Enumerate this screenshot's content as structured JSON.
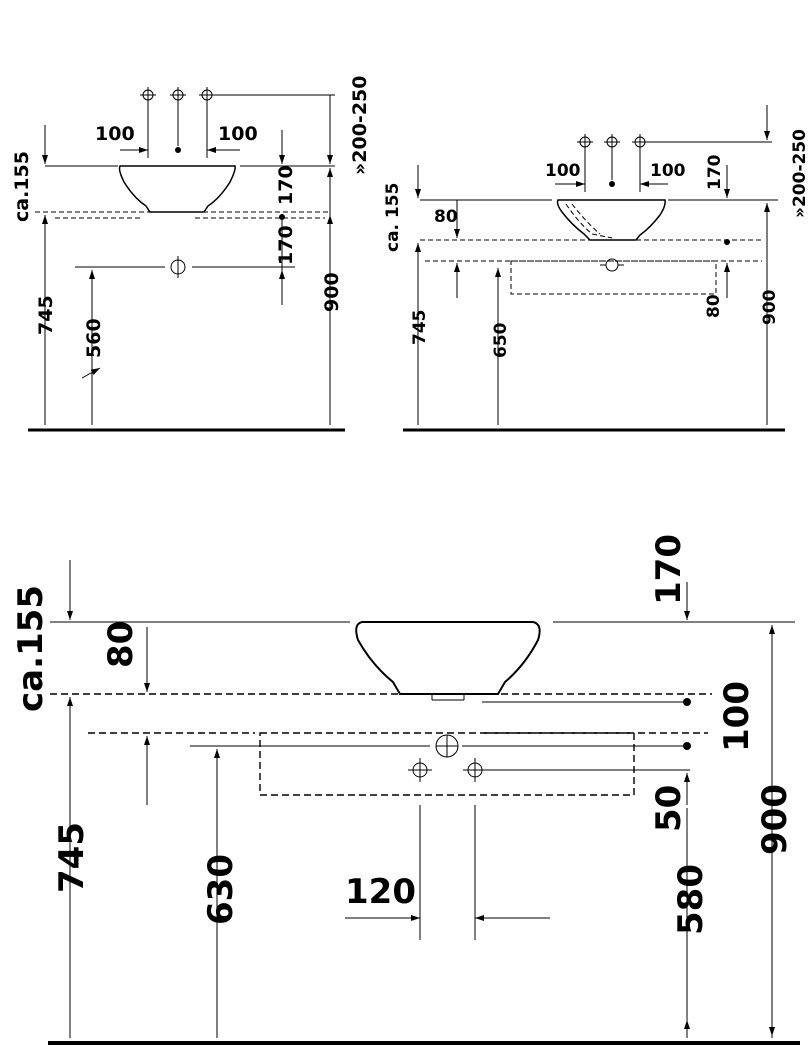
{
  "views": {
    "front_small": {
      "tap_spacing_left": "100",
      "tap_spacing_right": "100",
      "tap_height_range": "»200-250",
      "basin_height": "ca.155",
      "rim_to_top_drop": "170",
      "top_to_drain": "170",
      "counter_height": "745",
      "drain_height": "560",
      "overall_height": "900"
    },
    "side_small": {
      "tap_spacing_left": "100",
      "tap_spacing_right": "100",
      "tap_height_range": "»200-250",
      "rim_offset": "170",
      "basin_height": "ca. 155",
      "counter_thickness": "80",
      "counter_height": "745",
      "drain_height": "650",
      "overall_height": "900",
      "cabinet_drop": "80"
    },
    "front_large": {
      "basin_height": "ca.155",
      "rim_offset": "170",
      "counter_thickness": "80",
      "drain_spacing": "100",
      "supply_offset": "50",
      "counter_height": "745",
      "drain_height": "630",
      "supply_spacing": "120",
      "supply_height": "580",
      "overall_height": "900"
    }
  }
}
